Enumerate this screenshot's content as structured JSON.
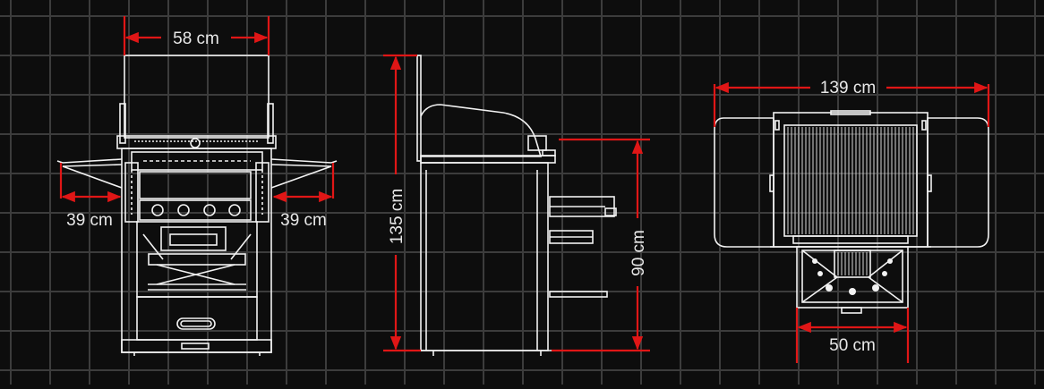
{
  "colors": {
    "background": "#0d0d0d",
    "grid": "#3c3c3c",
    "outline": "#f2f2f2",
    "dimension": "#e01616",
    "dimension_text": "#e8e8e8"
  },
  "front_view": {
    "width_label": "58 cm",
    "left_shelf_label": "39 cm",
    "right_shelf_label": "39 cm"
  },
  "side_view": {
    "total_height_label": "135 cm",
    "counter_height_label": "90 cm"
  },
  "top_view": {
    "total_width_label": "139 cm",
    "drawer_width_label": "50 cm"
  }
}
